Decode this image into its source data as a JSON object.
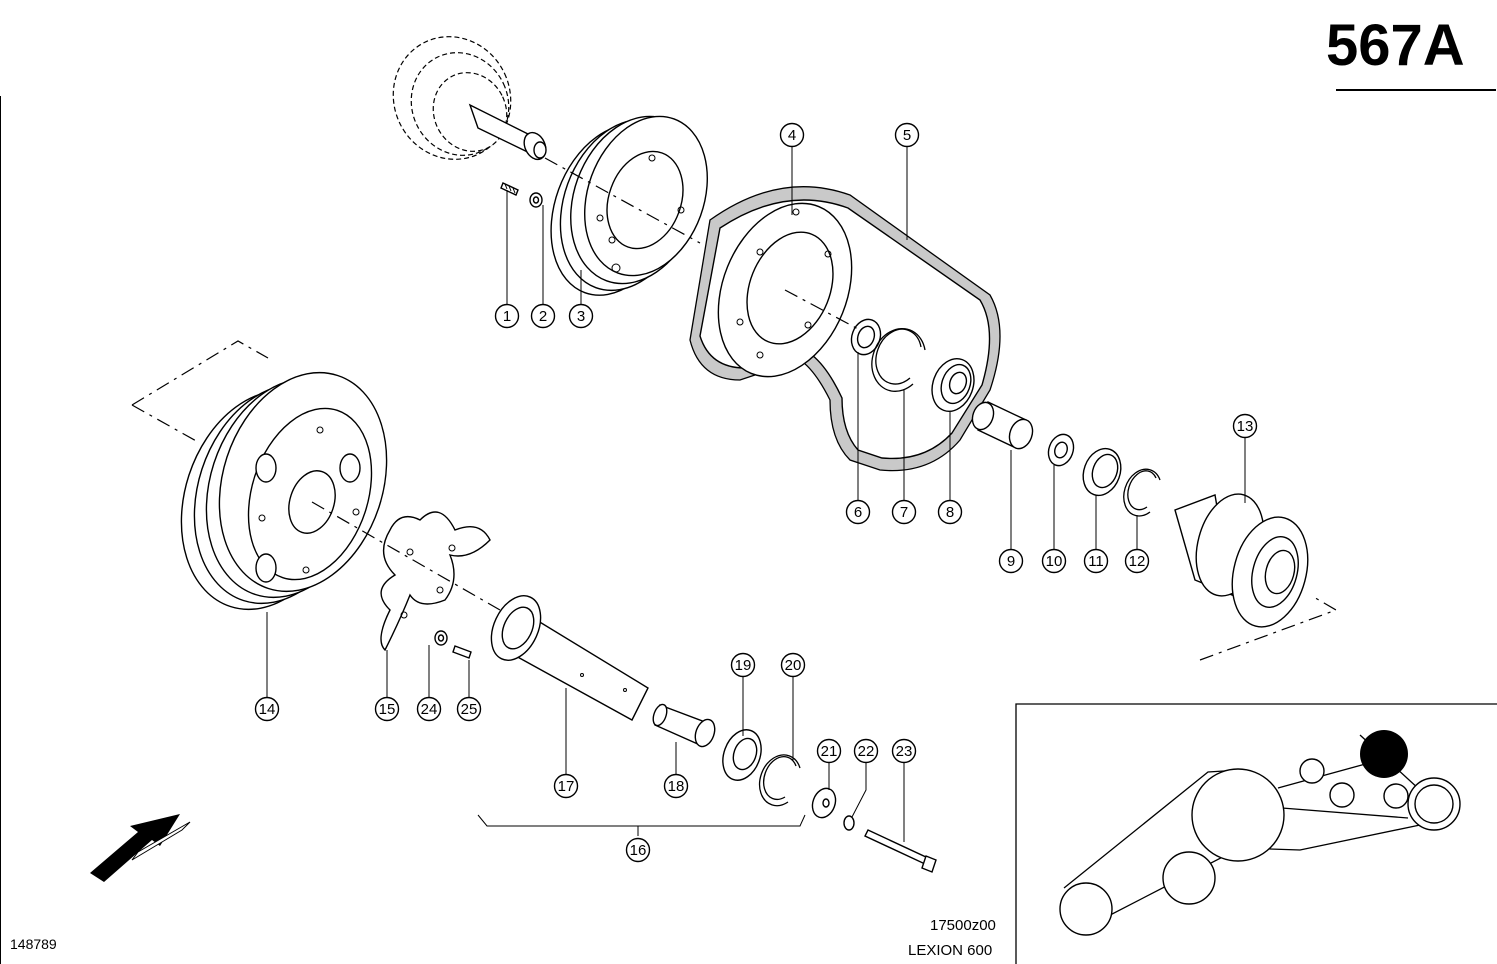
{
  "header": {
    "page_code": "567A"
  },
  "footer": {
    "drawing_number": "17500z00",
    "model": "LEXION 600",
    "image_number": "148789"
  },
  "callouts": [
    {
      "label": "1"
    },
    {
      "label": "2"
    },
    {
      "label": "3"
    },
    {
      "label": "4"
    },
    {
      "label": "5"
    },
    {
      "label": "6"
    },
    {
      "label": "7"
    },
    {
      "label": "8"
    },
    {
      "label": "9"
    },
    {
      "label": "10"
    },
    {
      "label": "11"
    },
    {
      "label": "12"
    },
    {
      "label": "13"
    },
    {
      "label": "14"
    },
    {
      "label": "15"
    },
    {
      "label": "16"
    },
    {
      "label": "17"
    },
    {
      "label": "18"
    },
    {
      "label": "19"
    },
    {
      "label": "20"
    },
    {
      "label": "21"
    },
    {
      "label": "22"
    },
    {
      "label": "23"
    },
    {
      "label": "24"
    },
    {
      "label": "25"
    }
  ]
}
